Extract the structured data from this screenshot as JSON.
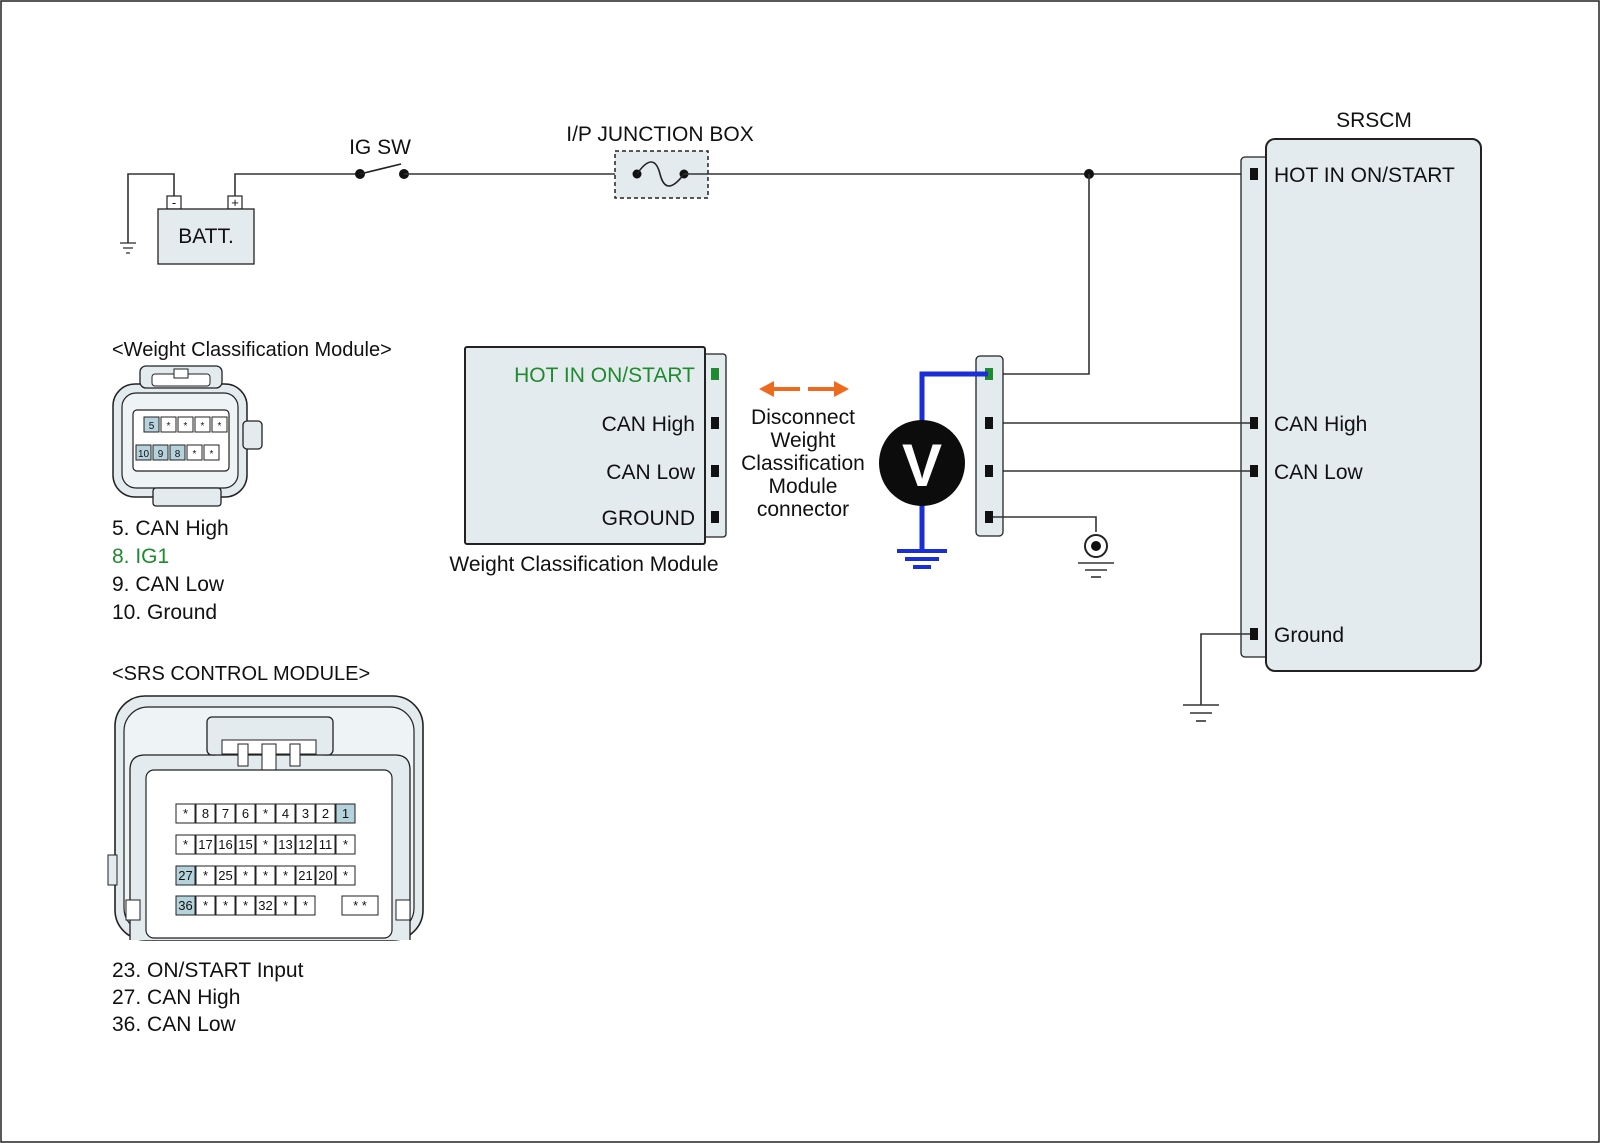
{
  "colors": {
    "module_fill": "#e4ebee",
    "highlight_green": "#1f8a2e",
    "voltmeter_wire_blue": "#1a2ed8",
    "disconnect_arrow_orange": "#ee6a1f",
    "pin_highlight": "#b6d2dd"
  },
  "circuit": {
    "battery": {
      "label": "BATT.",
      "minus": "-",
      "plus": "+"
    },
    "ig_switch": {
      "label": "IG SW"
    },
    "junction_box": {
      "label": "I/P JUNCTION BOX"
    },
    "srscm": {
      "title": "SRSCM",
      "pins": [
        "HOT IN ON/START",
        "CAN High",
        "CAN Low",
        "Ground"
      ]
    },
    "wcm": {
      "caption": "Weight Classification Module",
      "pins": [
        "HOT IN ON/START",
        "CAN High",
        "CAN Low",
        "GROUND"
      ]
    },
    "voltmeter": {
      "symbol": "V",
      "icon": "voltmeter-icon"
    },
    "disconnect_note": [
      "Disconnect",
      "Weight",
      "Classification",
      "Module",
      "connector"
    ]
  },
  "wcm_connector": {
    "heading": "<Weight Classification Module>",
    "row1": [
      "5",
      "*",
      "*",
      "*",
      "*"
    ],
    "row2": [
      "10",
      "9",
      "8",
      "*",
      "*"
    ],
    "legend": [
      {
        "text": "5. CAN High",
        "highlight": false
      },
      {
        "text": "8. IG1",
        "highlight": true
      },
      {
        "text": "9. CAN Low",
        "highlight": false
      },
      {
        "text": "10. Ground",
        "highlight": false
      }
    ]
  },
  "srs_connector": {
    "heading": "<SRS CONTROL MODULE>",
    "rows": [
      [
        "*",
        "8",
        "7",
        "6",
        "*",
        "4",
        "3",
        "2",
        "1"
      ],
      [
        "*",
        "17",
        "16",
        "15",
        "*",
        "13",
        "12",
        "11",
        "*"
      ],
      [
        "27",
        "*",
        "25",
        "*",
        "*",
        "*",
        "21",
        "20",
        "*"
      ],
      [
        "36",
        "*",
        "*",
        "*",
        "32",
        "*",
        "*",
        "",
        "* *"
      ]
    ],
    "legend": [
      "23. ON/START Input",
      "27. CAN High",
      "36. CAN Low"
    ]
  }
}
